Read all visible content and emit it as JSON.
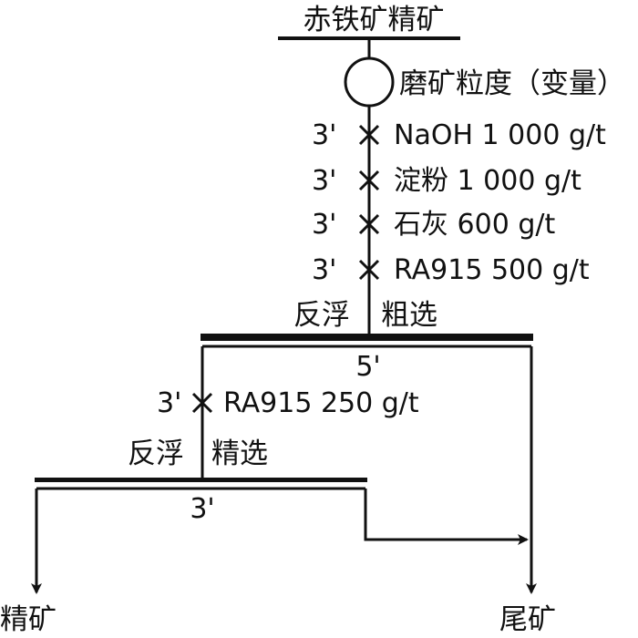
{
  "feed": "赤铁矿精矿",
  "grinding": "磨矿粒度（变量）",
  "rougher": {
    "reagents": [
      {
        "time": "3'",
        "name": "NaOH  1 000 g/t"
      },
      {
        "time": "3'",
        "name": "淀粉  1 000 g/t"
      },
      {
        "time": "3'",
        "name": "石灰  600 g/t"
      },
      {
        "time": "3'",
        "name": "RA915  500 g/t"
      }
    ],
    "label_left": "反浮",
    "label_right": "粗选",
    "time": "5'"
  },
  "cleaner": {
    "reagent_time": "3'",
    "reagent": "RA915 250 g/t",
    "label_left": "反浮",
    "label_right": "精选",
    "time": "3'"
  },
  "products": {
    "concentrate": "精矿",
    "tailings": "尾矿"
  }
}
